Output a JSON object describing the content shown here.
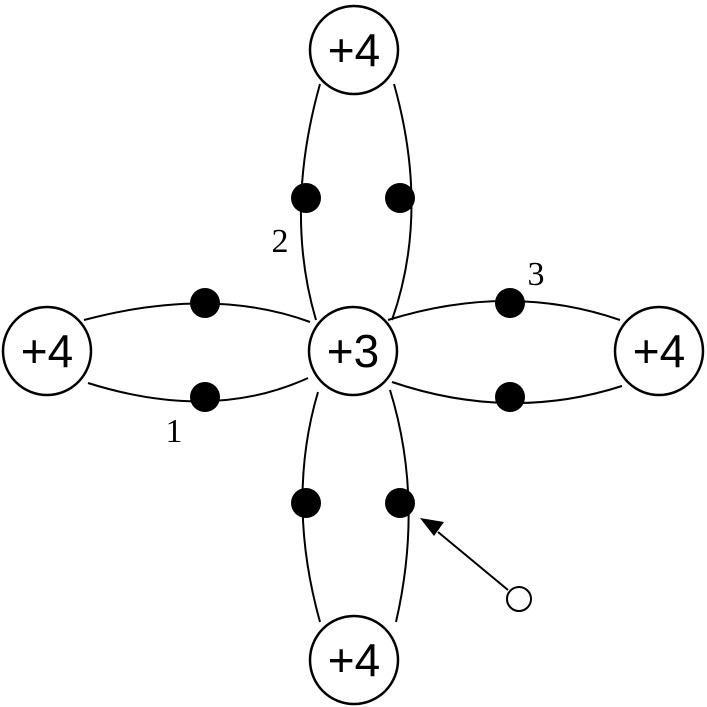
{
  "ions": {
    "center": "+3",
    "top": "+4",
    "left": "+4",
    "right": "+4",
    "bottom": "+4"
  },
  "labels": {
    "one": "1",
    "two": "2",
    "three": "3"
  }
}
